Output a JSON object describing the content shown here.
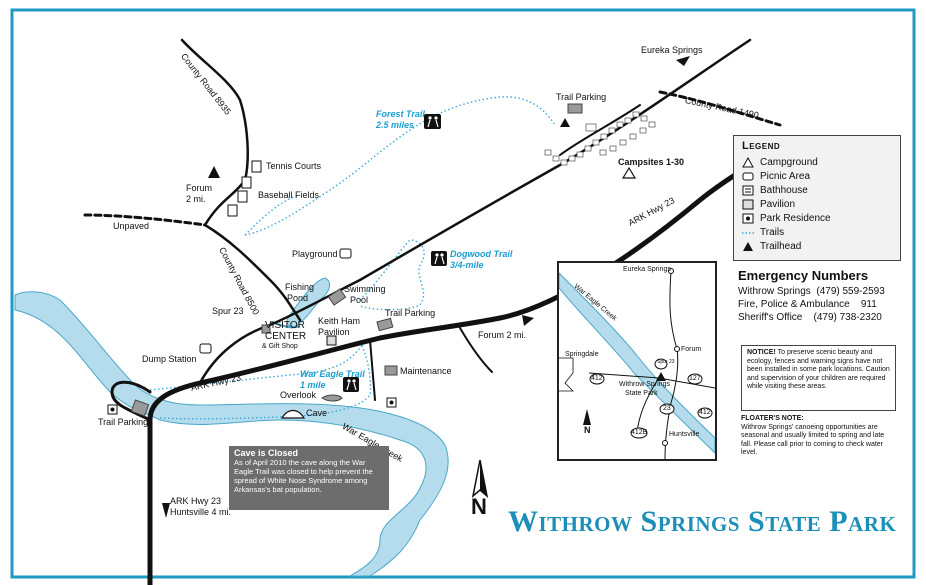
{
  "title": "Withrow Springs State Park",
  "colors": {
    "river": "#b5dcec",
    "river_edge": "#4aa7c9",
    "trail": "#3aa8d8",
    "road": "#111111",
    "title": "#1b8fb8",
    "border": "#1e9ac4"
  },
  "roads": {
    "county_8935": "County Road 8935",
    "county_8500": "County Road 8500",
    "county_1490": "County Road 1490",
    "ark_23_north": "ARK Hwy 23",
    "ark_23_south": "ARK Hwy 23",
    "ark_23_west": "ARK Hwy 23",
    "ark_23_hunts_line1": "ARK Hwy 23",
    "ark_23_hunts_line2": "Huntsville 4 mi.",
    "unpaved": "Unpaved",
    "spur_23": "Spur 23",
    "forum_2mi": "Forum 2 mi.",
    "forum_2mi_left_1": "Forum",
    "forum_2mi_left_2": "2 mi.",
    "eureka_springs": "Eureka Springs"
  },
  "places": {
    "tennis": "Tennis Courts",
    "baseball": "Baseball Fields",
    "playground": "Playground",
    "fishing_1": "Fishing",
    "fishing_2": "Pond",
    "swimming_1": "Swimming",
    "swimming_2": "Pool",
    "keith_1": "Keith Ham",
    "keith_2": "Pavilion",
    "visitor_1": "VISITOR",
    "visitor_2": "CENTER",
    "gift": "& Gift Shop",
    "dump": "Dump Station",
    "trail_parking_top": "Trail Parking",
    "trail_parking_mid": "Trail Parking",
    "trail_parking_left": "Trail Parking",
    "maintenance": "Maintenance",
    "overlook": "Overlook",
    "cave": "Cave",
    "campsites": "Campsites 1-30",
    "war_eagle_creek": "War Eagle Creek"
  },
  "trails": {
    "forest_1": "Forest Trail",
    "forest_2": "2.5 miles",
    "dogwood_1": "Dogwood Trail",
    "dogwood_2": "3/4-mile",
    "war_eagle_1": "War Eagle Trail",
    "war_eagle_2": "1 mile"
  },
  "legend": {
    "title": "Legend",
    "items": [
      "Campground",
      "Picnic Area",
      "Bathhouse",
      "Pavilion",
      "Park Residence",
      "Trails",
      "Trailhead"
    ]
  },
  "emergency": {
    "title": "Emergency Numbers",
    "rows": [
      {
        "name": "Withrow Springs",
        "phone": "(479) 559-2593"
      },
      {
        "name": "Fire, Police & Ambulance",
        "phone": "911"
      },
      {
        "name": "Sheriff's Office",
        "phone": "(479) 738-2320"
      }
    ]
  },
  "notice": {
    "label": "NOTICE!",
    "text": "To preserve scenic beauty and ecology, fences and warning signs have not been installed in some park locations. Caution and supervision of your children are required while visiting these areas."
  },
  "floaters": {
    "label": "FLOATER'S NOTE:",
    "text": "Withrow Springs' canoeing opportunities are seasonal and usually limited to spring and late fall. Please call prior to coming to check water level."
  },
  "cave_notice": {
    "title": "Cave is Closed",
    "text": "As of April 2010 the cave along the War Eagle Trail was closed to help prevent the spread of White Nose Syndrome among Arkansas's bat population."
  },
  "inset": {
    "eureka": "Eureka Springs",
    "creek": "War Eagle Creek",
    "springdale": "Springdale",
    "forum": "Forum",
    "park_1": "Withrow Springs",
    "park_2": "State Park",
    "huntsville": "Huntsville",
    "spur": "Spur 23",
    "hwy_412a": "412",
    "hwy_127": "127",
    "hwy_23": "23",
    "hwy_412b": "412",
    "hwy_412B": "412B",
    "north": "N"
  },
  "north": "N"
}
